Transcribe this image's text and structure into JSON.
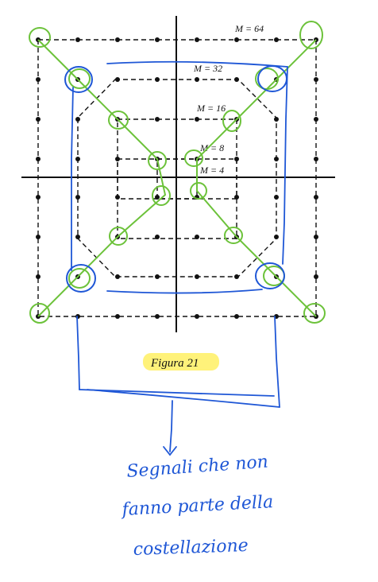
{
  "figure": {
    "labels": {
      "m64": "M = 64",
      "m32": "M = 32",
      "m16": "M = 16",
      "m8": "M = 8",
      "m4": "M = 4"
    },
    "caption": "Figura 21"
  },
  "handwriting": {
    "line1": "Segnali che non",
    "line2": "fanno parte della",
    "line3": "costellazione"
  },
  "colors": {
    "ink": "#111111",
    "green": "#6cc23a",
    "blue": "#1f57d6",
    "highlight": "#fff27a"
  }
}
